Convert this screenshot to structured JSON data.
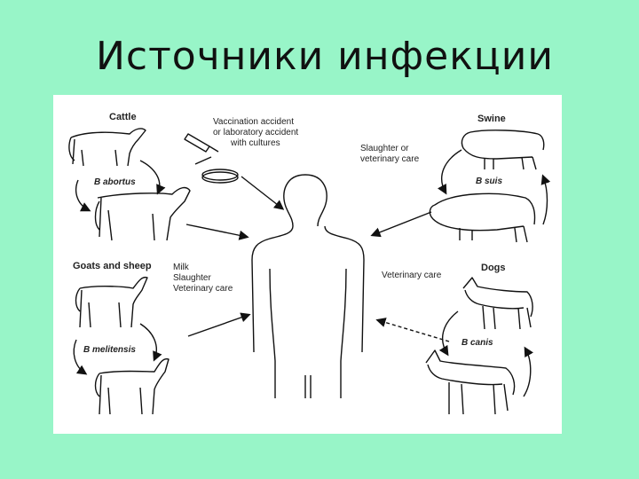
{
  "slide": {
    "title": "Источники инфекции",
    "background": "#98f5c8"
  },
  "diagram": {
    "cattle": {
      "name": "Cattle",
      "species": "B abortus"
    },
    "swine": {
      "name": "Swine",
      "species": "B suis",
      "route": [
        "Slaughter or",
        "veterinary care"
      ]
    },
    "goats": {
      "name": "Goats and sheep",
      "species": "B melitensis",
      "route": [
        "Milk",
        "Slaughter",
        "Veterinary care"
      ]
    },
    "dogs": {
      "name": "Dogs",
      "species": "B canis",
      "route": "Veterinary care"
    },
    "accident": {
      "lines": [
        "Vaccination accident",
        "or laboratory accident",
        "with cultures"
      ]
    }
  }
}
